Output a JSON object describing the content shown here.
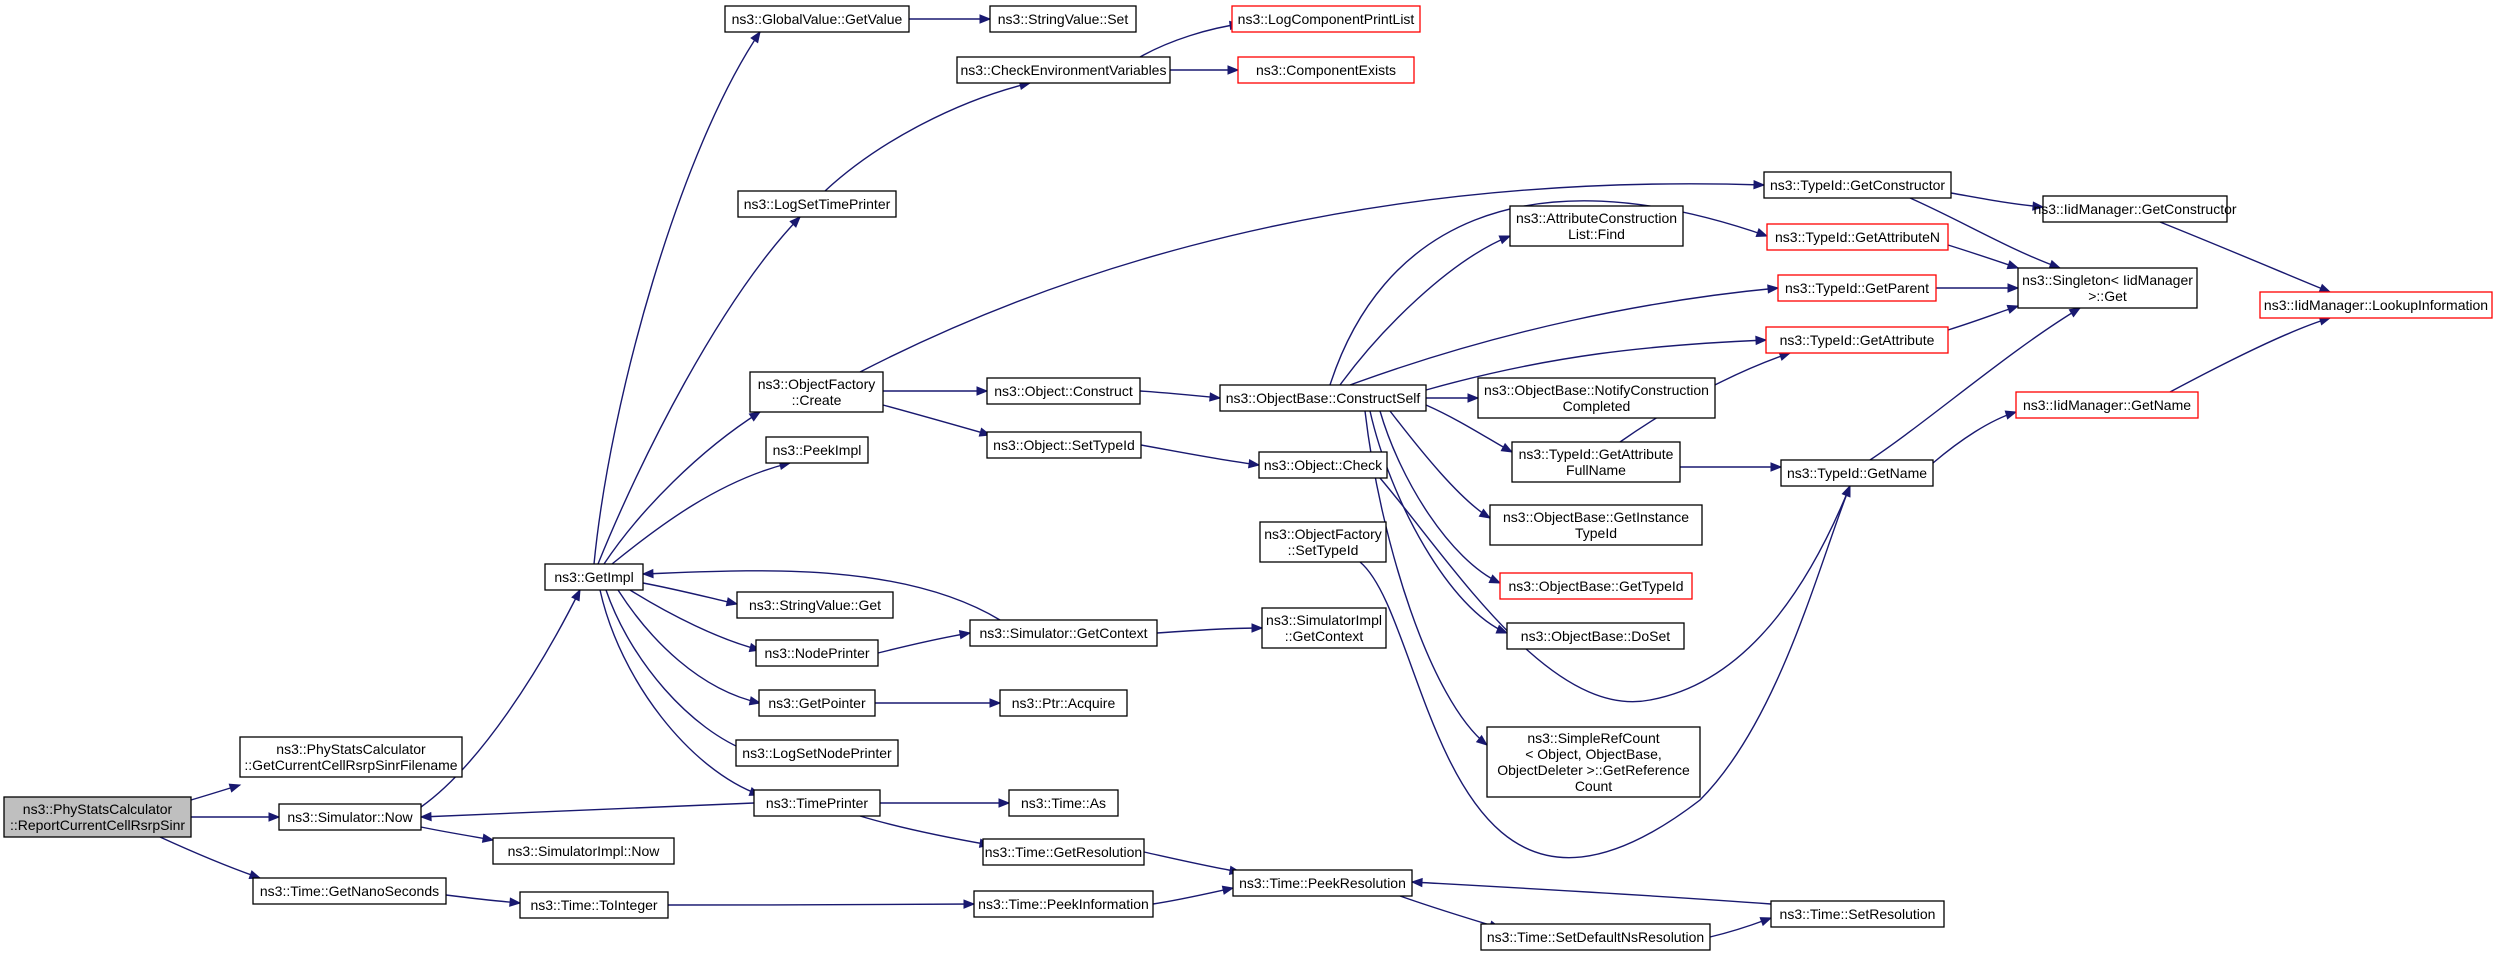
{
  "colors": {
    "edge": "#191970",
    "box_default": "#000000",
    "box_truncated": "#ff0000",
    "root_fill": "#bfbfbf",
    "node_fill": "#ffffff"
  },
  "nodes": [
    {
      "id": "report",
      "lines": [
        "ns3::PhyStatsCalculator",
        "::ReportCurrentCellRsrpSinr"
      ],
      "style": "root"
    },
    {
      "id": "getfile",
      "lines": [
        "ns3::PhyStatsCalculator",
        "::GetCurrentCellRsrpSinrFilename"
      ],
      "style": "normal"
    },
    {
      "id": "simnow",
      "lines": [
        "ns3::Simulator::Now"
      ],
      "style": "normal"
    },
    {
      "id": "getnano",
      "lines": [
        "ns3::Time::GetNanoSeconds"
      ],
      "style": "normal"
    },
    {
      "id": "getimpl",
      "lines": [
        "ns3::GetImpl"
      ],
      "style": "normal"
    },
    {
      "id": "simimplnow",
      "lines": [
        "ns3::SimulatorImpl::Now"
      ],
      "style": "normal"
    },
    {
      "id": "tointeger",
      "lines": [
        "ns3::Time::ToInteger"
      ],
      "style": "normal"
    },
    {
      "id": "gvget",
      "lines": [
        "ns3::GlobalValue::GetValue"
      ],
      "style": "normal"
    },
    {
      "id": "logset",
      "lines": [
        "ns3::LogSetTimePrinter"
      ],
      "style": "normal"
    },
    {
      "id": "ofcreate",
      "lines": [
        "ns3::ObjectFactory",
        "::Create"
      ],
      "style": "normal"
    },
    {
      "id": "peekimpl",
      "lines": [
        "ns3::PeekImpl"
      ],
      "style": "normal"
    },
    {
      "id": "svget",
      "lines": [
        "ns3::StringValue::Get"
      ],
      "style": "normal"
    },
    {
      "id": "nodeprinter",
      "lines": [
        "ns3::NodePrinter"
      ],
      "style": "normal"
    },
    {
      "id": "getpointer",
      "lines": [
        "ns3::GetPointer"
      ],
      "style": "normal"
    },
    {
      "id": "logsetnode",
      "lines": [
        "ns3::LogSetNodePrinter"
      ],
      "style": "normal"
    },
    {
      "id": "timeprinter",
      "lines": [
        "ns3::TimePrinter"
      ],
      "style": "normal"
    },
    {
      "id": "svset",
      "lines": [
        "ns3::StringValue::Set"
      ],
      "style": "normal"
    },
    {
      "id": "checkenv",
      "lines": [
        "ns3::CheckEnvironmentVariables"
      ],
      "style": "normal"
    },
    {
      "id": "objconstruct",
      "lines": [
        "ns3::Object::Construct"
      ],
      "style": "normal"
    },
    {
      "id": "objsettid",
      "lines": [
        "ns3::Object::SetTypeId"
      ],
      "style": "normal"
    },
    {
      "id": "simgetctx",
      "lines": [
        "ns3::Simulator::GetContext"
      ],
      "style": "normal"
    },
    {
      "id": "ptracquire",
      "lines": [
        "ns3::Ptr::Acquire"
      ],
      "style": "normal"
    },
    {
      "id": "timeas",
      "lines": [
        "ns3::Time::As"
      ],
      "style": "normal"
    },
    {
      "id": "timegetres",
      "lines": [
        "ns3::Time::GetResolution"
      ],
      "style": "normal"
    },
    {
      "id": "peekinfo",
      "lines": [
        "ns3::Time::PeekInformation"
      ],
      "style": "normal"
    },
    {
      "id": "logcomp",
      "lines": [
        "ns3::LogComponentPrintList"
      ],
      "style": "truncated"
    },
    {
      "id": "compexists",
      "lines": [
        "ns3::ComponentExists"
      ],
      "style": "truncated"
    },
    {
      "id": "obconstructself",
      "lines": [
        "ns3::ObjectBase::ConstructSelf"
      ],
      "style": "normal"
    },
    {
      "id": "objcheck",
      "lines": [
        "ns3::Object::Check"
      ],
      "style": "normal"
    },
    {
      "id": "ofsettid",
      "lines": [
        "ns3::ObjectFactory",
        "::SetTypeId"
      ],
      "style": "normal"
    },
    {
      "id": "simimplctx",
      "lines": [
        "ns3::SimulatorImpl",
        "::GetContext"
      ],
      "style": "normal"
    },
    {
      "id": "peekres",
      "lines": [
        "ns3::Time::PeekResolution"
      ],
      "style": "normal"
    },
    {
      "id": "attrfind",
      "lines": [
        "ns3::AttributeConstruction",
        "List::Find"
      ],
      "style": "normal"
    },
    {
      "id": "notifyconstr",
      "lines": [
        "ns3::ObjectBase::NotifyConstruction",
        "Completed"
      ],
      "style": "normal"
    },
    {
      "id": "tidattrfull",
      "lines": [
        "ns3::TypeId::GetAttribute",
        "FullName"
      ],
      "style": "normal"
    },
    {
      "id": "getinsttid",
      "lines": [
        "ns3::ObjectBase::GetInstance",
        "TypeId"
      ],
      "style": "normal"
    },
    {
      "id": "obgettid",
      "lines": [
        "ns3::ObjectBase::GetTypeId"
      ],
      "style": "truncated"
    },
    {
      "id": "obdoset",
      "lines": [
        "ns3::ObjectBase::DoSet"
      ],
      "style": "normal"
    },
    {
      "id": "simplerefcount",
      "lines": [
        "ns3::SimpleRefCount",
        "< Object, ObjectBase,",
        "ObjectDeleter >::GetReference",
        "Count"
      ],
      "style": "normal"
    },
    {
      "id": "setdefaultns",
      "lines": [
        "ns3::Time::SetDefaultNsResolution"
      ],
      "style": "normal"
    },
    {
      "id": "tidgetctor",
      "lines": [
        "ns3::TypeId::GetConstructor"
      ],
      "style": "normal"
    },
    {
      "id": "tidgetattrn",
      "lines": [
        "ns3::TypeId::GetAttributeN"
      ],
      "style": "truncated"
    },
    {
      "id": "tidgetparent",
      "lines": [
        "ns3::TypeId::GetParent"
      ],
      "style": "truncated"
    },
    {
      "id": "tidgetattr",
      "lines": [
        "ns3::TypeId::GetAttribute"
      ],
      "style": "truncated"
    },
    {
      "id": "tidgetname",
      "lines": [
        "ns3::TypeId::GetName"
      ],
      "style": "normal"
    },
    {
      "id": "timesetres",
      "lines": [
        "ns3::Time::SetResolution"
      ],
      "style": "normal"
    },
    {
      "id": "iidgetctor",
      "lines": [
        "ns3::IidManager::GetConstructor"
      ],
      "style": "normal"
    },
    {
      "id": "singletonget",
      "lines": [
        "ns3::Singleton< IidManager",
        ">::Get"
      ],
      "style": "normal"
    },
    {
      "id": "iidgetname",
      "lines": [
        "ns3::IidManager::GetName"
      ],
      "style": "truncated"
    },
    {
      "id": "iidlookup",
      "lines": [
        "ns3::IidManager::LookupInformation"
      ],
      "style": "truncated"
    }
  ]
}
